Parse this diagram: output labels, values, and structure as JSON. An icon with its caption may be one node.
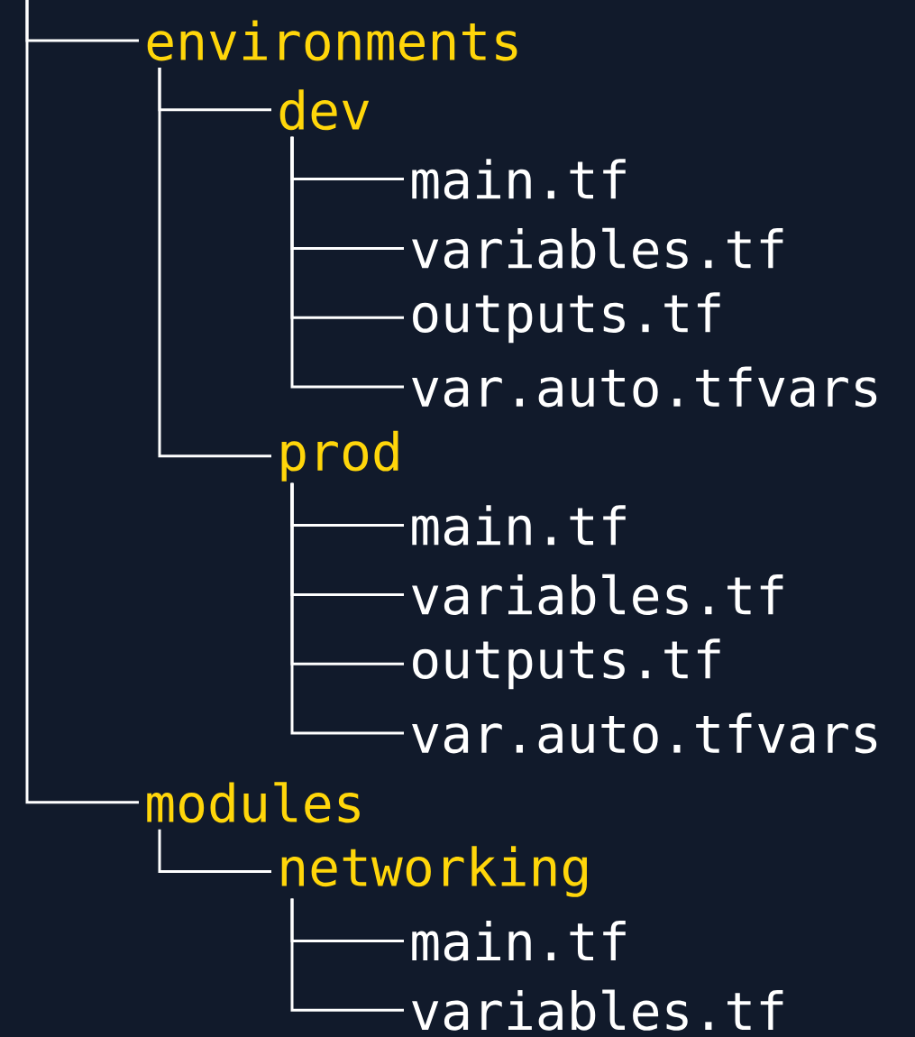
{
  "diagram": {
    "nodes": [
      {
        "text": [
          "environments"
        ]
      },
      {
        "text": [
          "dev"
        ]
      },
      {
        "text": [
          "main.tf"
        ]
      },
      {
        "text": [
          "variables.tf"
        ]
      },
      {
        "text": [
          "outputs.tf"
        ]
      },
      {
        "text": [
          "var.auto.tfvars"
        ]
      },
      {
        "text": [
          "prod"
        ]
      },
      {
        "text": [
          "main.tf"
        ]
      },
      {
        "text": [
          "variables.tf"
        ]
      },
      {
        "text": [
          "outputs.tf"
        ]
      },
      {
        "text": [
          "var.auto.tfvars"
        ]
      },
      {
        "text": [
          "modules"
        ]
      },
      {
        "text": [
          "networking"
        ]
      },
      {
        "text": [
          "main.tf"
        ]
      },
      {
        "text": [
          "variables.tf"
        ]
      }
    ],
    "edges": [
      {
        "from": null,
        "to": 0,
        "arrow": "none"
      },
      {
        "from": 0,
        "to": 1,
        "arrow": "none"
      },
      {
        "from": 1,
        "to": 2,
        "arrow": "none"
      },
      {
        "from": 1,
        "to": 3,
        "arrow": "none"
      },
      {
        "from": 1,
        "to": 4,
        "arrow": "none"
      },
      {
        "from": 1,
        "to": 5,
        "arrow": "none"
      },
      {
        "from": 0,
        "to": 6,
        "arrow": "none"
      },
      {
        "from": 6,
        "to": 7,
        "arrow": "none"
      },
      {
        "from": 6,
        "to": 8,
        "arrow": "none"
      },
      {
        "from": 6,
        "to": 9,
        "arrow": "none"
      },
      {
        "from": 6,
        "to": 10,
        "arrow": "none"
      },
      {
        "from": null,
        "to": 11,
        "arrow": "none"
      },
      {
        "from": 11,
        "to": 12,
        "arrow": "none"
      },
      {
        "from": 12,
        "to": 13,
        "arrow": "none"
      },
      {
        "from": 12,
        "to": 14,
        "arrow": "none"
      }
    ]
  }
}
